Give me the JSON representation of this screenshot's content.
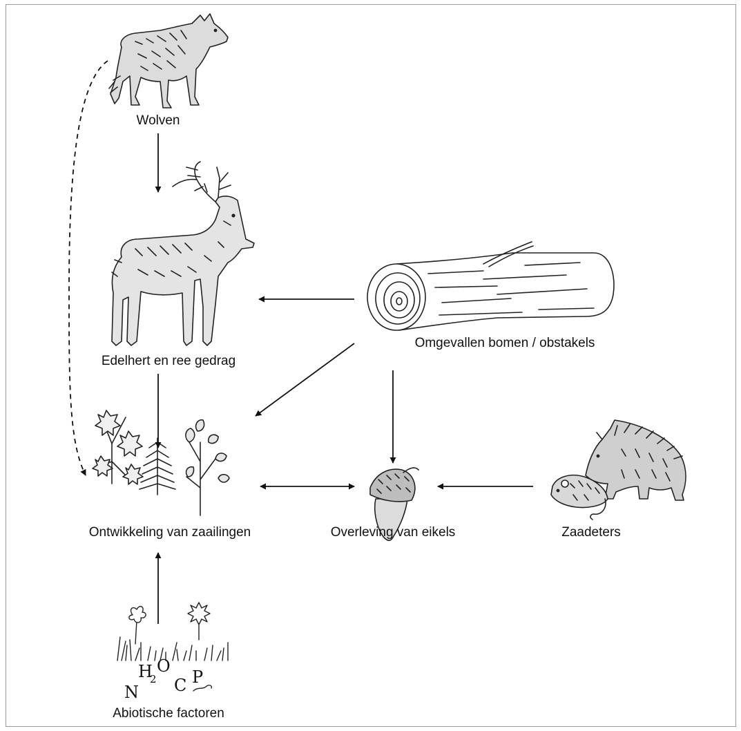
{
  "nodes": {
    "wolves": "Wolven",
    "deer": "Edelhert en ree gedrag",
    "logs": "Omgevallen bomen / obstakels",
    "seedlings": "Ontwikkeling van zaailingen",
    "acorns": "Overleving van eikels",
    "seed_eaters": "Zaadeters",
    "abiotic": "Abiotische factoren"
  },
  "abiotic_symbols": {
    "n": "N",
    "h": "H",
    "two": "2",
    "o": "O",
    "c": "C",
    "p": "P"
  }
}
